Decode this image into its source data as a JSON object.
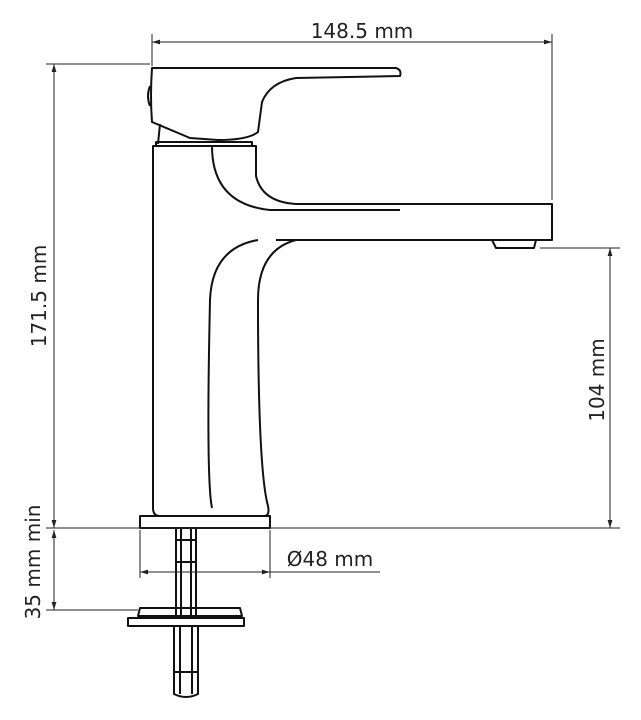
{
  "dimensions": {
    "width_label": "148.5 mm",
    "height_label": "171.5 mm",
    "spout_height_label": "104 mm",
    "base_diameter_label": "Ø48 mm",
    "mount_thickness_label": "35 mm min"
  },
  "colors": {
    "line": "#111111",
    "dimension": "#222222",
    "background": "#ffffff"
  }
}
